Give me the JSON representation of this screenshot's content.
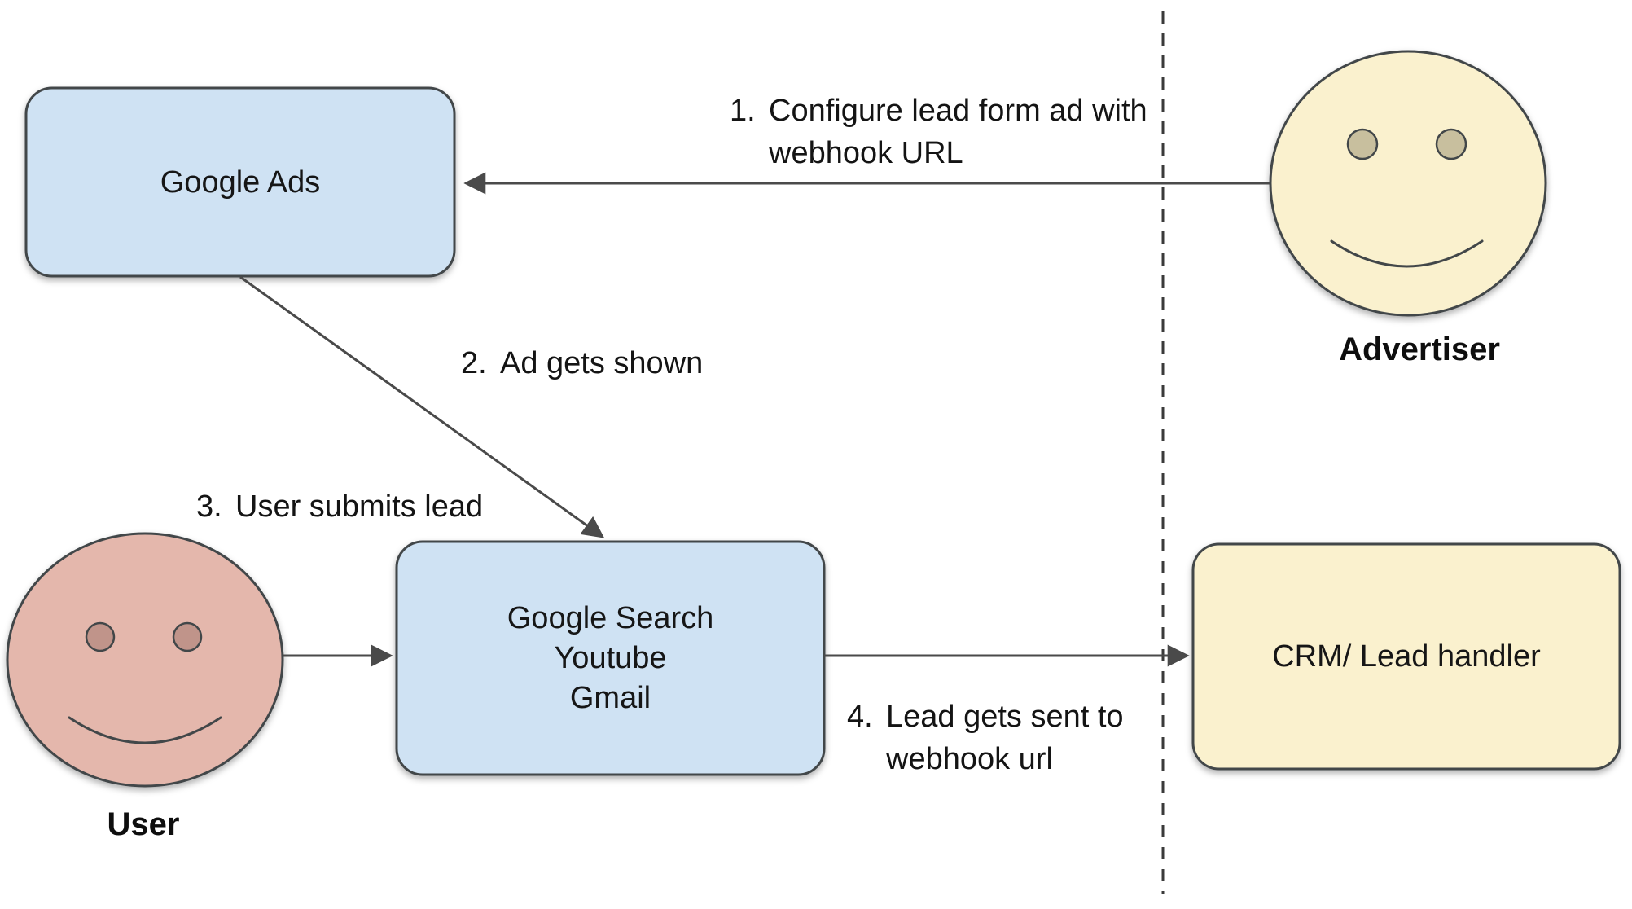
{
  "diagram": {
    "nodes": {
      "google_ads": {
        "label": "Google Ads"
      },
      "google_surfaces": {
        "lines": [
          "Google Search",
          "Youtube",
          "Gmail"
        ]
      },
      "crm": {
        "label": "CRM/ Lead handler"
      }
    },
    "actors": {
      "advertiser": {
        "label": "Advertiser"
      },
      "user": {
        "label": "User"
      }
    },
    "steps": [
      {
        "num": "1.",
        "lines": [
          "Configure lead form ad with",
          "webhook URL"
        ]
      },
      {
        "num": "2.",
        "lines": [
          "Ad gets shown"
        ]
      },
      {
        "num": "3.",
        "lines": [
          "User submits lead"
        ]
      },
      {
        "num": "4.",
        "lines": [
          "Lead gets sent to",
          "webhook url"
        ]
      }
    ],
    "colors": {
      "node_blue_fill": "#cfe2f3",
      "node_yellow_fill": "#faf1ce",
      "user_face_fill": "#e4b7ac",
      "user_eye_fill": "#c0948a",
      "advertiser_eye_fill": "#c8bf9e",
      "shape_stroke": "#43474a",
      "arrow_stroke": "#4a4a4a",
      "dashed_divider_stroke": "#3a3a3a",
      "text": "#141414",
      "background": "#ffffff"
    }
  }
}
